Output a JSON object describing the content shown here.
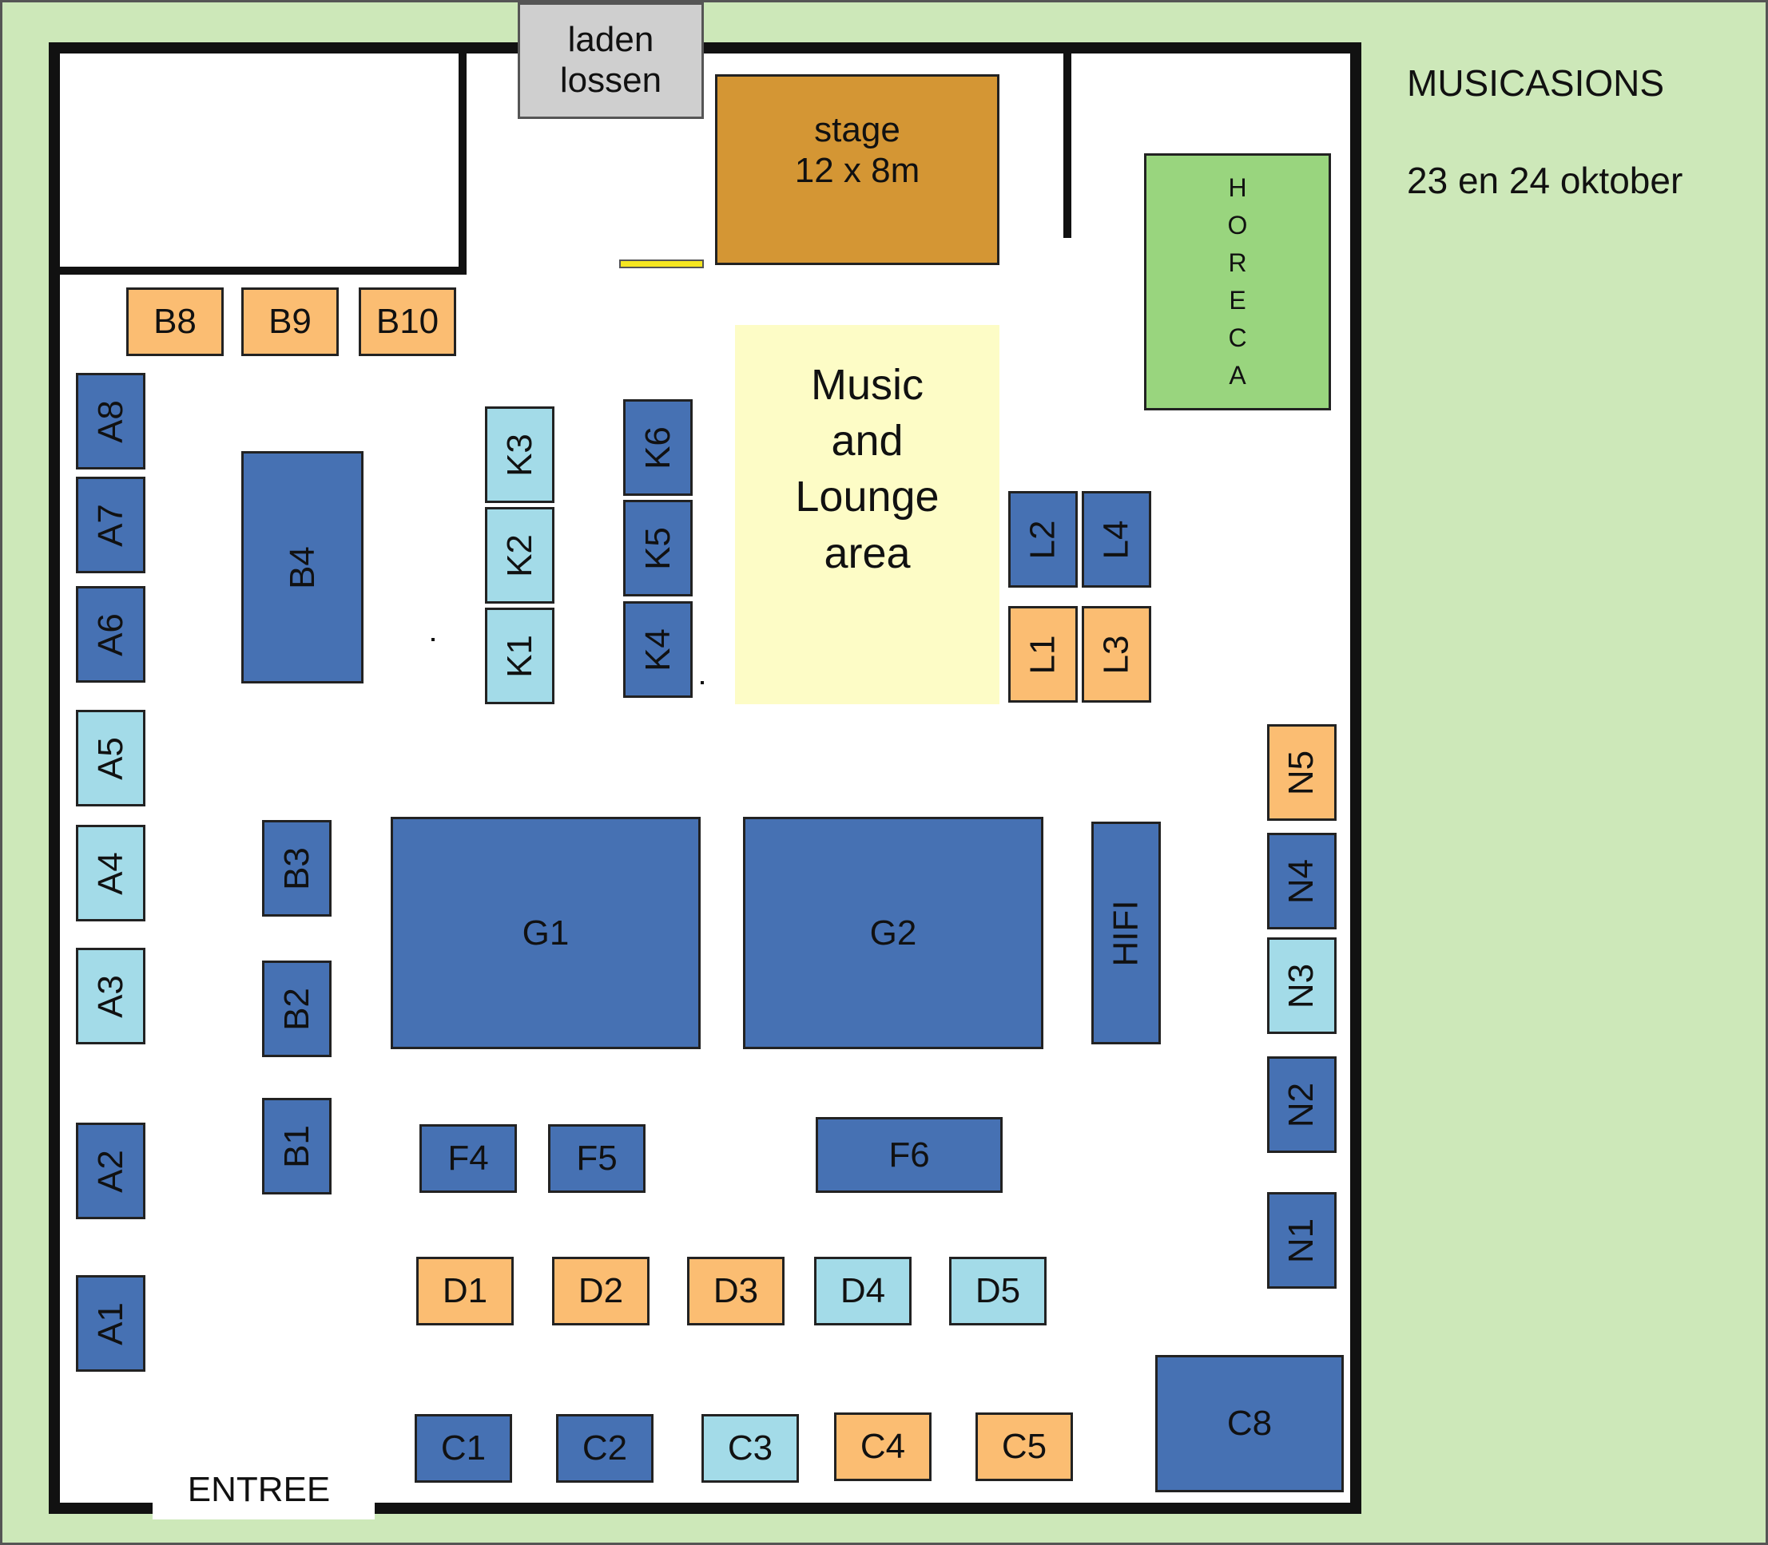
{
  "header": {
    "title": "MUSICASIONS",
    "dates": "23 en 24 oktober"
  },
  "areas": {
    "loading": "laden\nlossen",
    "stage": "stage\n12 x 8m",
    "lounge": "Music\nand\nLounge\narea",
    "horeca": "H\nO\nR\nE\nC\nA",
    "entrance": "ENTREE"
  },
  "colors": {
    "background": "#cde8b9",
    "hall_floor": "#ffffff",
    "walls": "#111111",
    "booth_dark_blue": "#4671b3",
    "booth_light_blue": "#a3dbe8",
    "booth_orange": "#fbbd72",
    "stage": "#d49634",
    "lounge": "#fdfcc6",
    "horeca": "#99d57e",
    "loading": "#cfcfcf",
    "marker_yellow": "#f5e620"
  },
  "booths": {
    "A1": "A1",
    "A2": "A2",
    "A3": "A3",
    "A4": "A4",
    "A5": "A5",
    "A6": "A6",
    "A7": "A7",
    "A8": "A8",
    "B1": "B1",
    "B2": "B2",
    "B3": "B3",
    "B4": "B4",
    "B8": "B8",
    "B9": "B9",
    "B10": "B10",
    "K1": "K1",
    "K2": "K2",
    "K3": "K3",
    "K4": "K4",
    "K5": "K5",
    "K6": "K6",
    "L1": "L1",
    "L2": "L2",
    "L3": "L3",
    "L4": "L4",
    "N1": "N1",
    "N2": "N2",
    "N3": "N3",
    "N4": "N4",
    "N5": "N5",
    "G1": "G1",
    "G2": "G2",
    "HIFI": "HIFI",
    "F4": "F4",
    "F5": "F5",
    "F6": "F6",
    "D1": "D1",
    "D2": "D2",
    "D3": "D3",
    "D4": "D4",
    "D5": "D5",
    "C1": "C1",
    "C2": "C2",
    "C3": "C3",
    "C4": "C4",
    "C5": "C5",
    "C8": "C8"
  }
}
